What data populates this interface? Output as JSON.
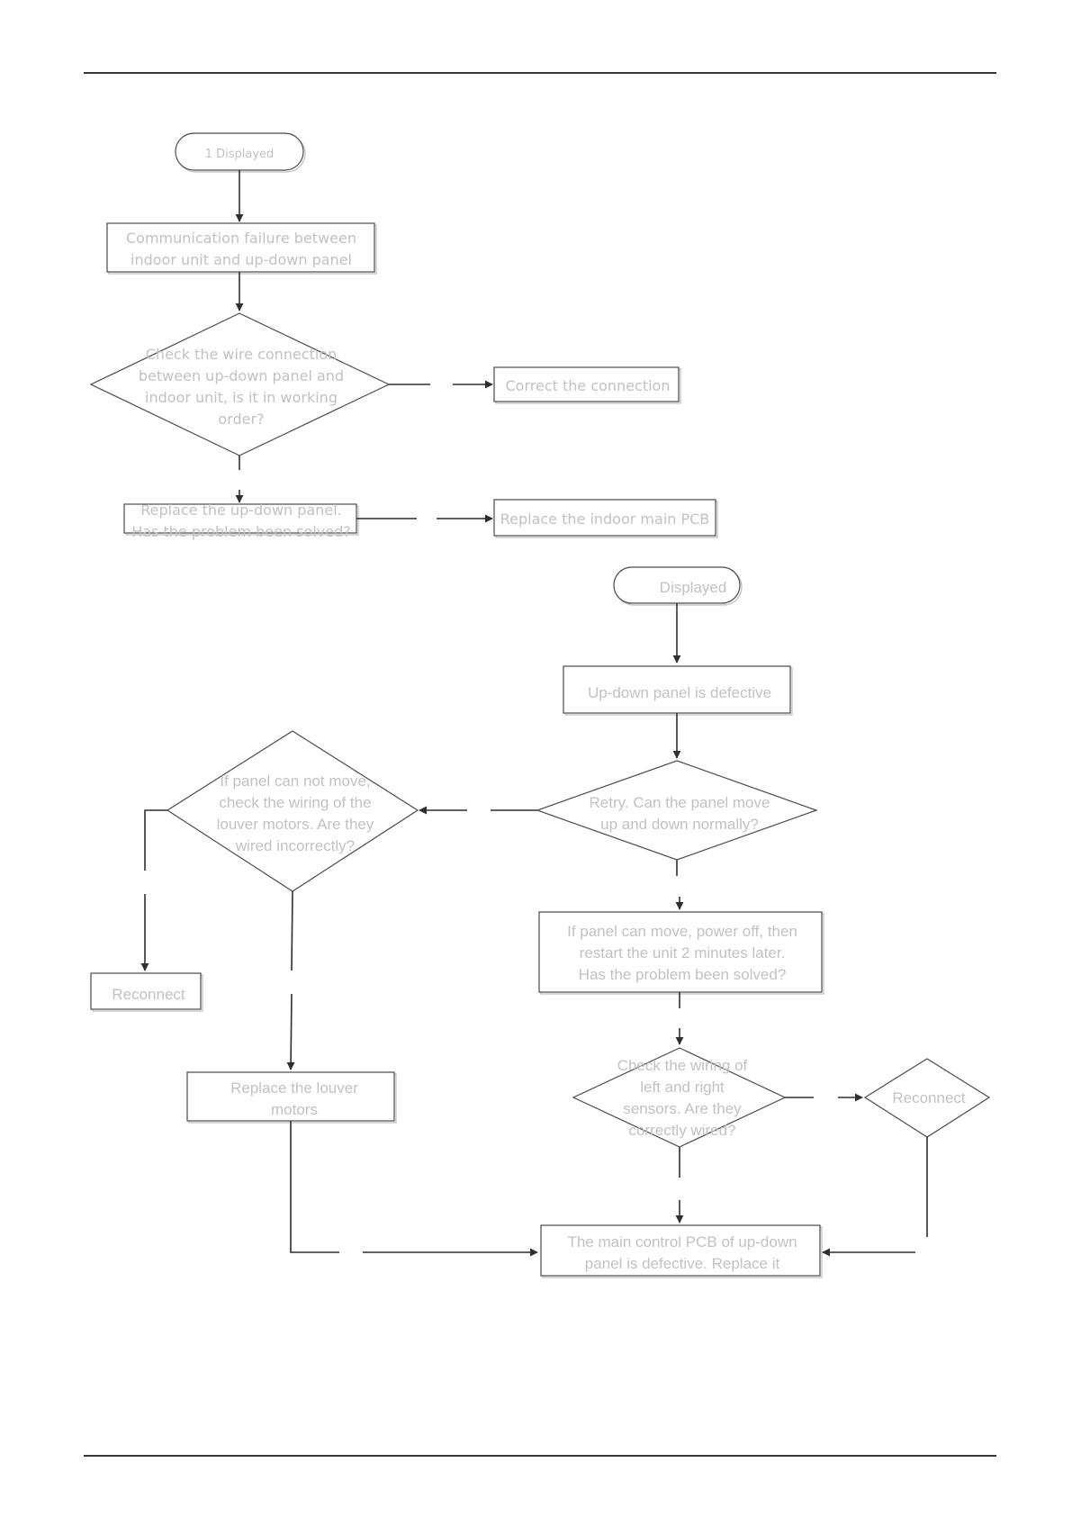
{
  "flowchart_a": {
    "start": "1 Displayed",
    "cause": [
      "Communication failure between",
      "indoor unit and up-down panel"
    ],
    "check_wire": [
      "Check the wire connection",
      "between up-down panel and",
      "indoor unit, is it in working",
      "order?"
    ],
    "correct": "Correct the connection",
    "replace_panel": [
      "Replace the up-down panel.",
      "Has the problem been solved?"
    ],
    "replace_pcb": "Replace the indoor main PCB"
  },
  "flowchart_b": {
    "start": "Displayed",
    "defective": "Up-down panel is defective",
    "retry": [
      "Retry. Can the panel move",
      "up and down normally?"
    ],
    "cannot_move": [
      "If panel can not move,",
      "check the wiring of the",
      "louver motors. Are they",
      "wired incorrectly?"
    ],
    "reconnect_left": "Reconnect",
    "can_move": [
      "If panel can move, power off, then",
      "restart the unit 2 minutes later.",
      "Has the problem been solved?"
    ],
    "check_sensors": [
      "Check the wiring of",
      "left and right",
      "sensors. Are they",
      "correctly wired?"
    ],
    "reconnect_right": "Reconnect",
    "replace_motors": [
      "Replace the louver",
      "motors"
    ],
    "main_pcb": [
      "The main control PCB of up-down",
      "panel is defective. Replace it"
    ]
  }
}
